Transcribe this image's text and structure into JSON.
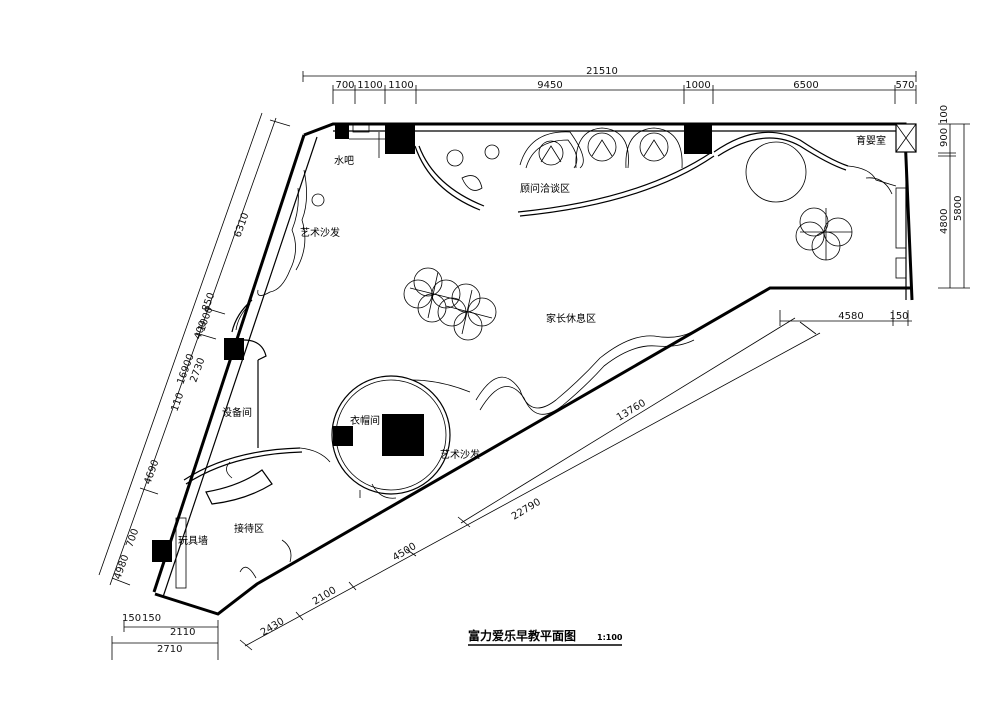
{
  "title": "富力爱乐早教平面图",
  "scale": "1:100",
  "rooms": {
    "water_bar": "水吧",
    "consult": "顾问洽谈区",
    "nursery": "育婴室",
    "art_sofa_top": "艺术沙发",
    "parent_lounge": "家长休息区",
    "equipment": "设备间",
    "cloakroom": "衣帽间",
    "art_sofa_mid": "艺术沙发",
    "reception": "接待区",
    "toy_wall": "玩具墙"
  },
  "dims_top": {
    "overall": "21510",
    "segments": [
      "700",
      "1100",
      "1100",
      "9450",
      "1000",
      "6500",
      "570"
    ]
  },
  "dims_right": {
    "d900": "900",
    "d100": "100",
    "d4800": "4800",
    "d5800": "5800",
    "d4580": "4580",
    "d150": "150"
  },
  "dims_left": {
    "overall": "16900",
    "d6310": "6310",
    "d850": "850",
    "d1000": "1000",
    "d400": "400",
    "d2730": "2730",
    "d110": "110",
    "d4690": "4690",
    "d700": "700",
    "d4980": "4980"
  },
  "dims_diag": {
    "d13760": "13760",
    "d22790": "22790",
    "d4500": "4500",
    "d2100": "2100",
    "d2430": "2430"
  },
  "dims_bottom": {
    "d150a": "150",
    "d150b": "150",
    "d2110": "2110",
    "d2710": "2710"
  }
}
